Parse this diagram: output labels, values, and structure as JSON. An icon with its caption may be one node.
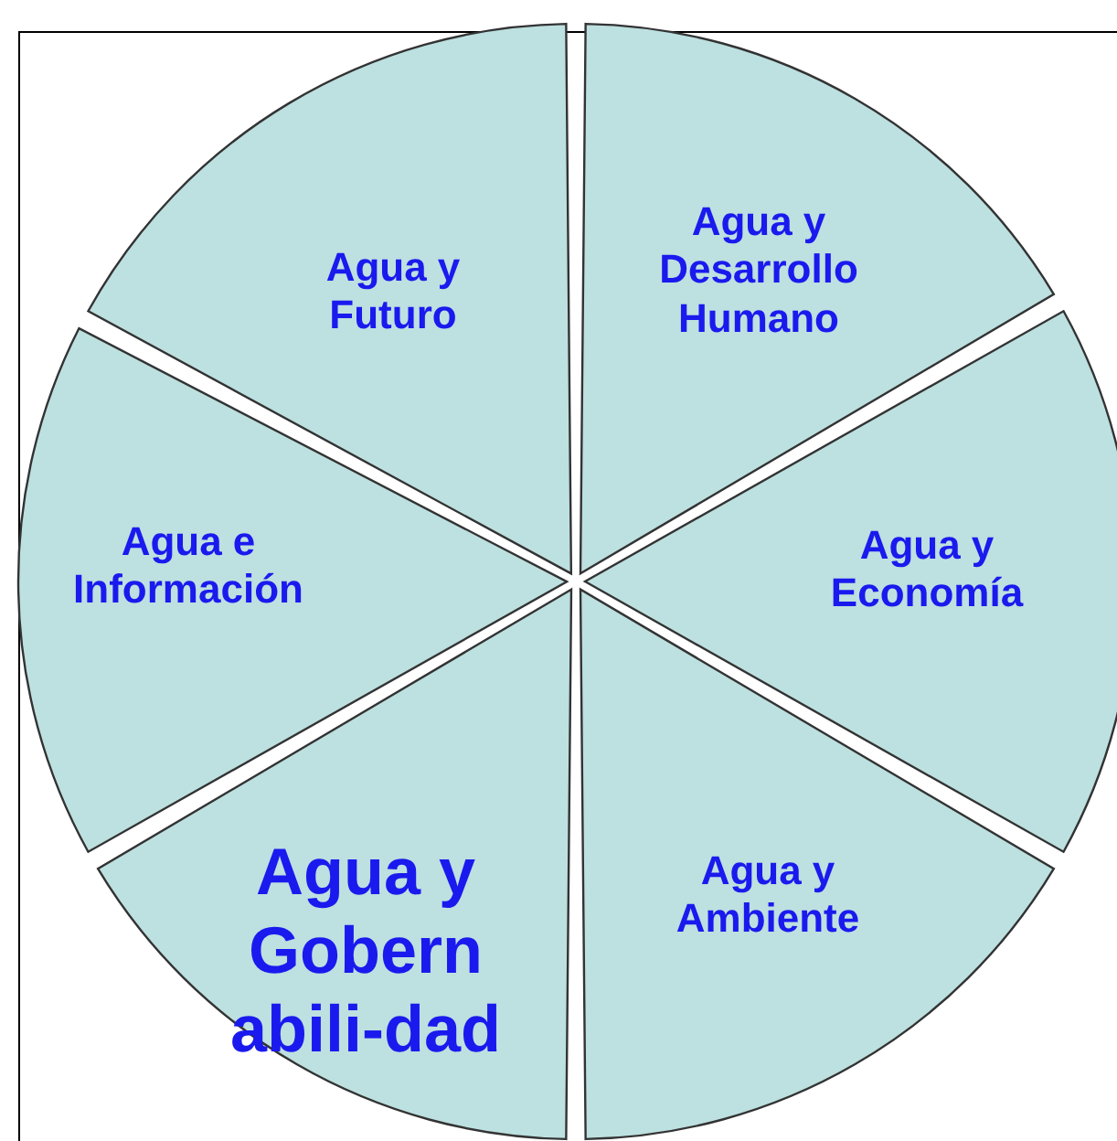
{
  "diagram": {
    "nodes": [
      {
        "text": [
          "Agua y Futuro"
        ]
      },
      {
        "text": [
          "Agua y Desarrollo Humano"
        ]
      },
      {
        "text": [
          "Agua y Economía"
        ]
      },
      {
        "text": [
          "Agua y Ambiente"
        ]
      },
      {
        "text": [
          "Agua y Gobern abili-dad"
        ]
      },
      {
        "text": [
          "Agua e Información"
        ]
      }
    ]
  }
}
